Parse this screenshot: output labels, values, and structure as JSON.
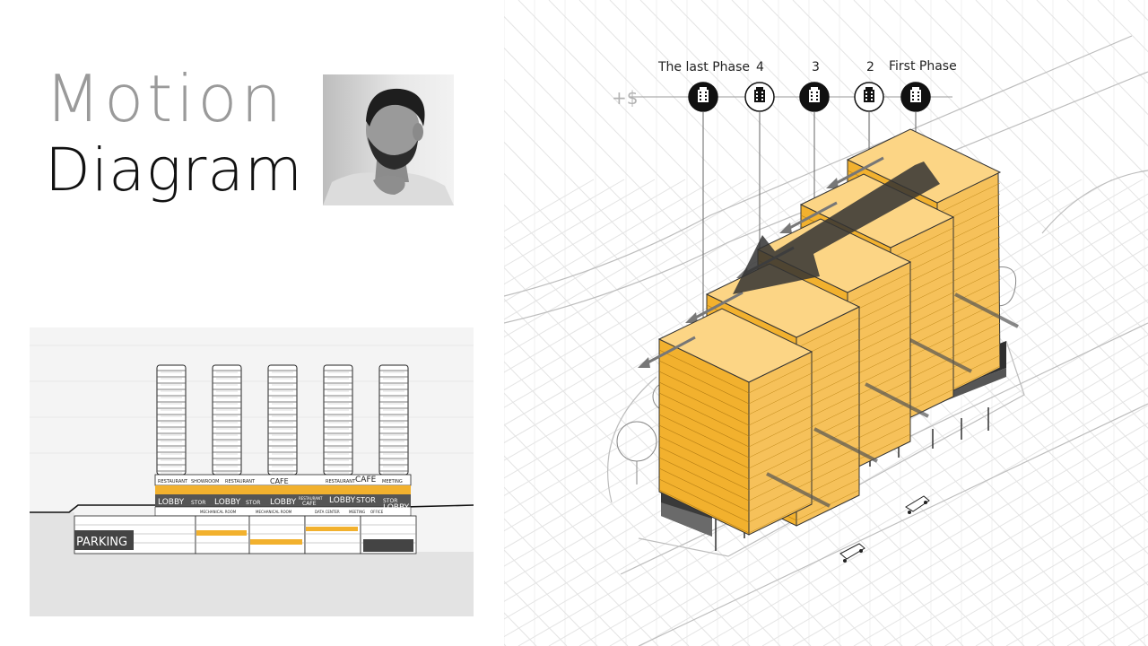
{
  "title": {
    "line1": "Motion",
    "line2": "Diagram"
  },
  "section": {
    "parking_label": "PARKING",
    "labels_top": [
      "RESTAURANT",
      "SHOWROOM",
      "RESTAURANT",
      "CAFE",
      "RESTAURANT",
      "CAFE",
      "MEETING"
    ],
    "labels_mid": [
      "LOBBY",
      "STOR",
      "LOBBY",
      "STOR",
      "LOBBY",
      "RESTAURANT",
      "CAFE",
      "STOR",
      "LOBBY",
      "STOR",
      "LOBBY"
    ],
    "labels_low": [
      "MECHANICAL ROOM",
      "MECHANICAL ROOM",
      "DATA CENTER",
      "MEETING",
      "OFFICE"
    ]
  },
  "phases": {
    "cost_label": "+$",
    "labels": [
      "The last Phase",
      "4",
      "3",
      "2",
      "First Phase"
    ]
  },
  "colors": {
    "accent": "#f2b12e",
    "accent_light": "#fcd585",
    "dark": "#3a3a3a",
    "grid": "#e6e6e6"
  },
  "icons": [
    "building-icon",
    "building-icon",
    "building-icon",
    "building-icon",
    "building-icon"
  ]
}
